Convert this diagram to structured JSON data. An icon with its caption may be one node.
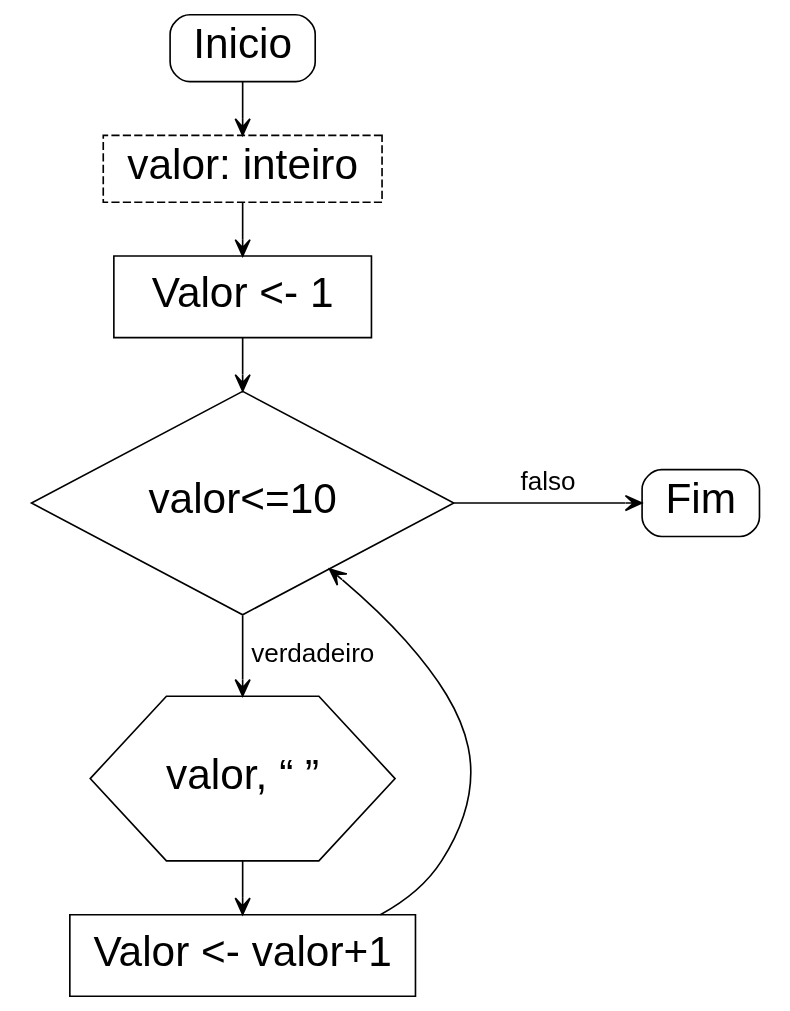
{
  "diagram": {
    "nodes": [
      {
        "text": [
          "Inicio"
        ]
      },
      {
        "text": [
          "valor: inteiro"
        ]
      },
      {
        "text": [
          "Valor <- 1"
        ]
      },
      {
        "text": [
          "valor<=10"
        ]
      },
      {
        "text": [
          "Fim"
        ]
      },
      {
        "text": [
          "valor, “ ”"
        ]
      },
      {
        "text": [
          "Valor <- valor+1"
        ]
      }
    ],
    "edges": [
      {
        "from": 0,
        "to": 1,
        "arrow": "to"
      },
      {
        "from": 1,
        "to": 2,
        "arrow": "to"
      },
      {
        "from": 2,
        "to": 3,
        "arrow": "to"
      },
      {
        "from": 3,
        "to": 4,
        "arrow": "to",
        "label": "falso"
      },
      {
        "from": 3,
        "to": 5,
        "arrow": "to",
        "label": "verdadeiro"
      },
      {
        "from": 5,
        "to": 6,
        "arrow": "to"
      },
      {
        "from": 6,
        "to": 3,
        "arrow": "to"
      }
    ]
  }
}
